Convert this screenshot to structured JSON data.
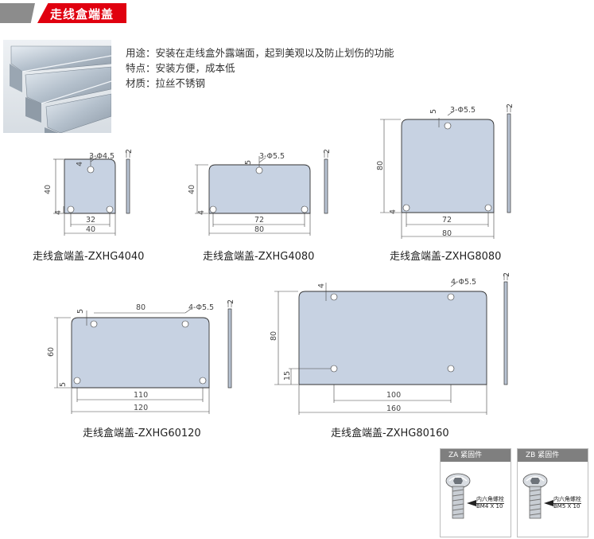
{
  "header": {
    "title": "走线盒端盖"
  },
  "description": {
    "use": "用途：安装在走线盒外露端面，起到美观以及防止划伤的功能",
    "features": "特点：安装方便，成本低",
    "material": "材质：拉丝不锈钢"
  },
  "drawings": {
    "zxhg4040": {
      "caption": "走线盒端盖-ZXHG4040",
      "holes": "3-Φ4.5",
      "offset_top": "4",
      "height": "40",
      "offset_bottom": "4",
      "hole_spacing": "32",
      "width": "40",
      "thickness": "2"
    },
    "zxhg4080": {
      "caption": "走线盒端盖-ZXHG4080",
      "holes": "3-Φ5.5",
      "offset_top": "5",
      "height": "40",
      "offset_bottom": "4",
      "hole_spacing": "72",
      "width": "80",
      "thickness": "2"
    },
    "zxhg8080": {
      "caption": "走线盒端盖-ZXHG8080",
      "holes": "3-Φ5.5",
      "offset_top": "5",
      "height": "80",
      "offset_bottom": "4",
      "hole_spacing": "72",
      "width": "80",
      "thickness": "2"
    },
    "zxhg60120": {
      "caption": "走线盒端盖-ZXHG60120",
      "holes": "4-Φ5.5",
      "offset_top": "5",
      "top_spacing": "80",
      "height": "60",
      "offset_bottom": "5",
      "hole_spacing": "110",
      "width": "120",
      "thickness": "2"
    },
    "zxhg80160": {
      "caption": "走线盒端盖-ZXHG80160",
      "holes": "4-Φ5.5",
      "offset_top": "4",
      "height": "80",
      "offset_bottom": "15",
      "hole_spacing": "100",
      "width": "160",
      "thickness": "2"
    }
  },
  "fasteners": {
    "za": {
      "title": "ZA 紧固件",
      "type": "内六角螺栓",
      "spec": "BM4 X 10"
    },
    "zb": {
      "title": "ZB 紧固件",
      "type": "内六角螺栓",
      "spec": "BM5 X 10"
    }
  },
  "colors": {
    "accent": "#e0000f",
    "tab_gray": "#8c8c8c",
    "plate_fill": "#c7d2e2"
  }
}
